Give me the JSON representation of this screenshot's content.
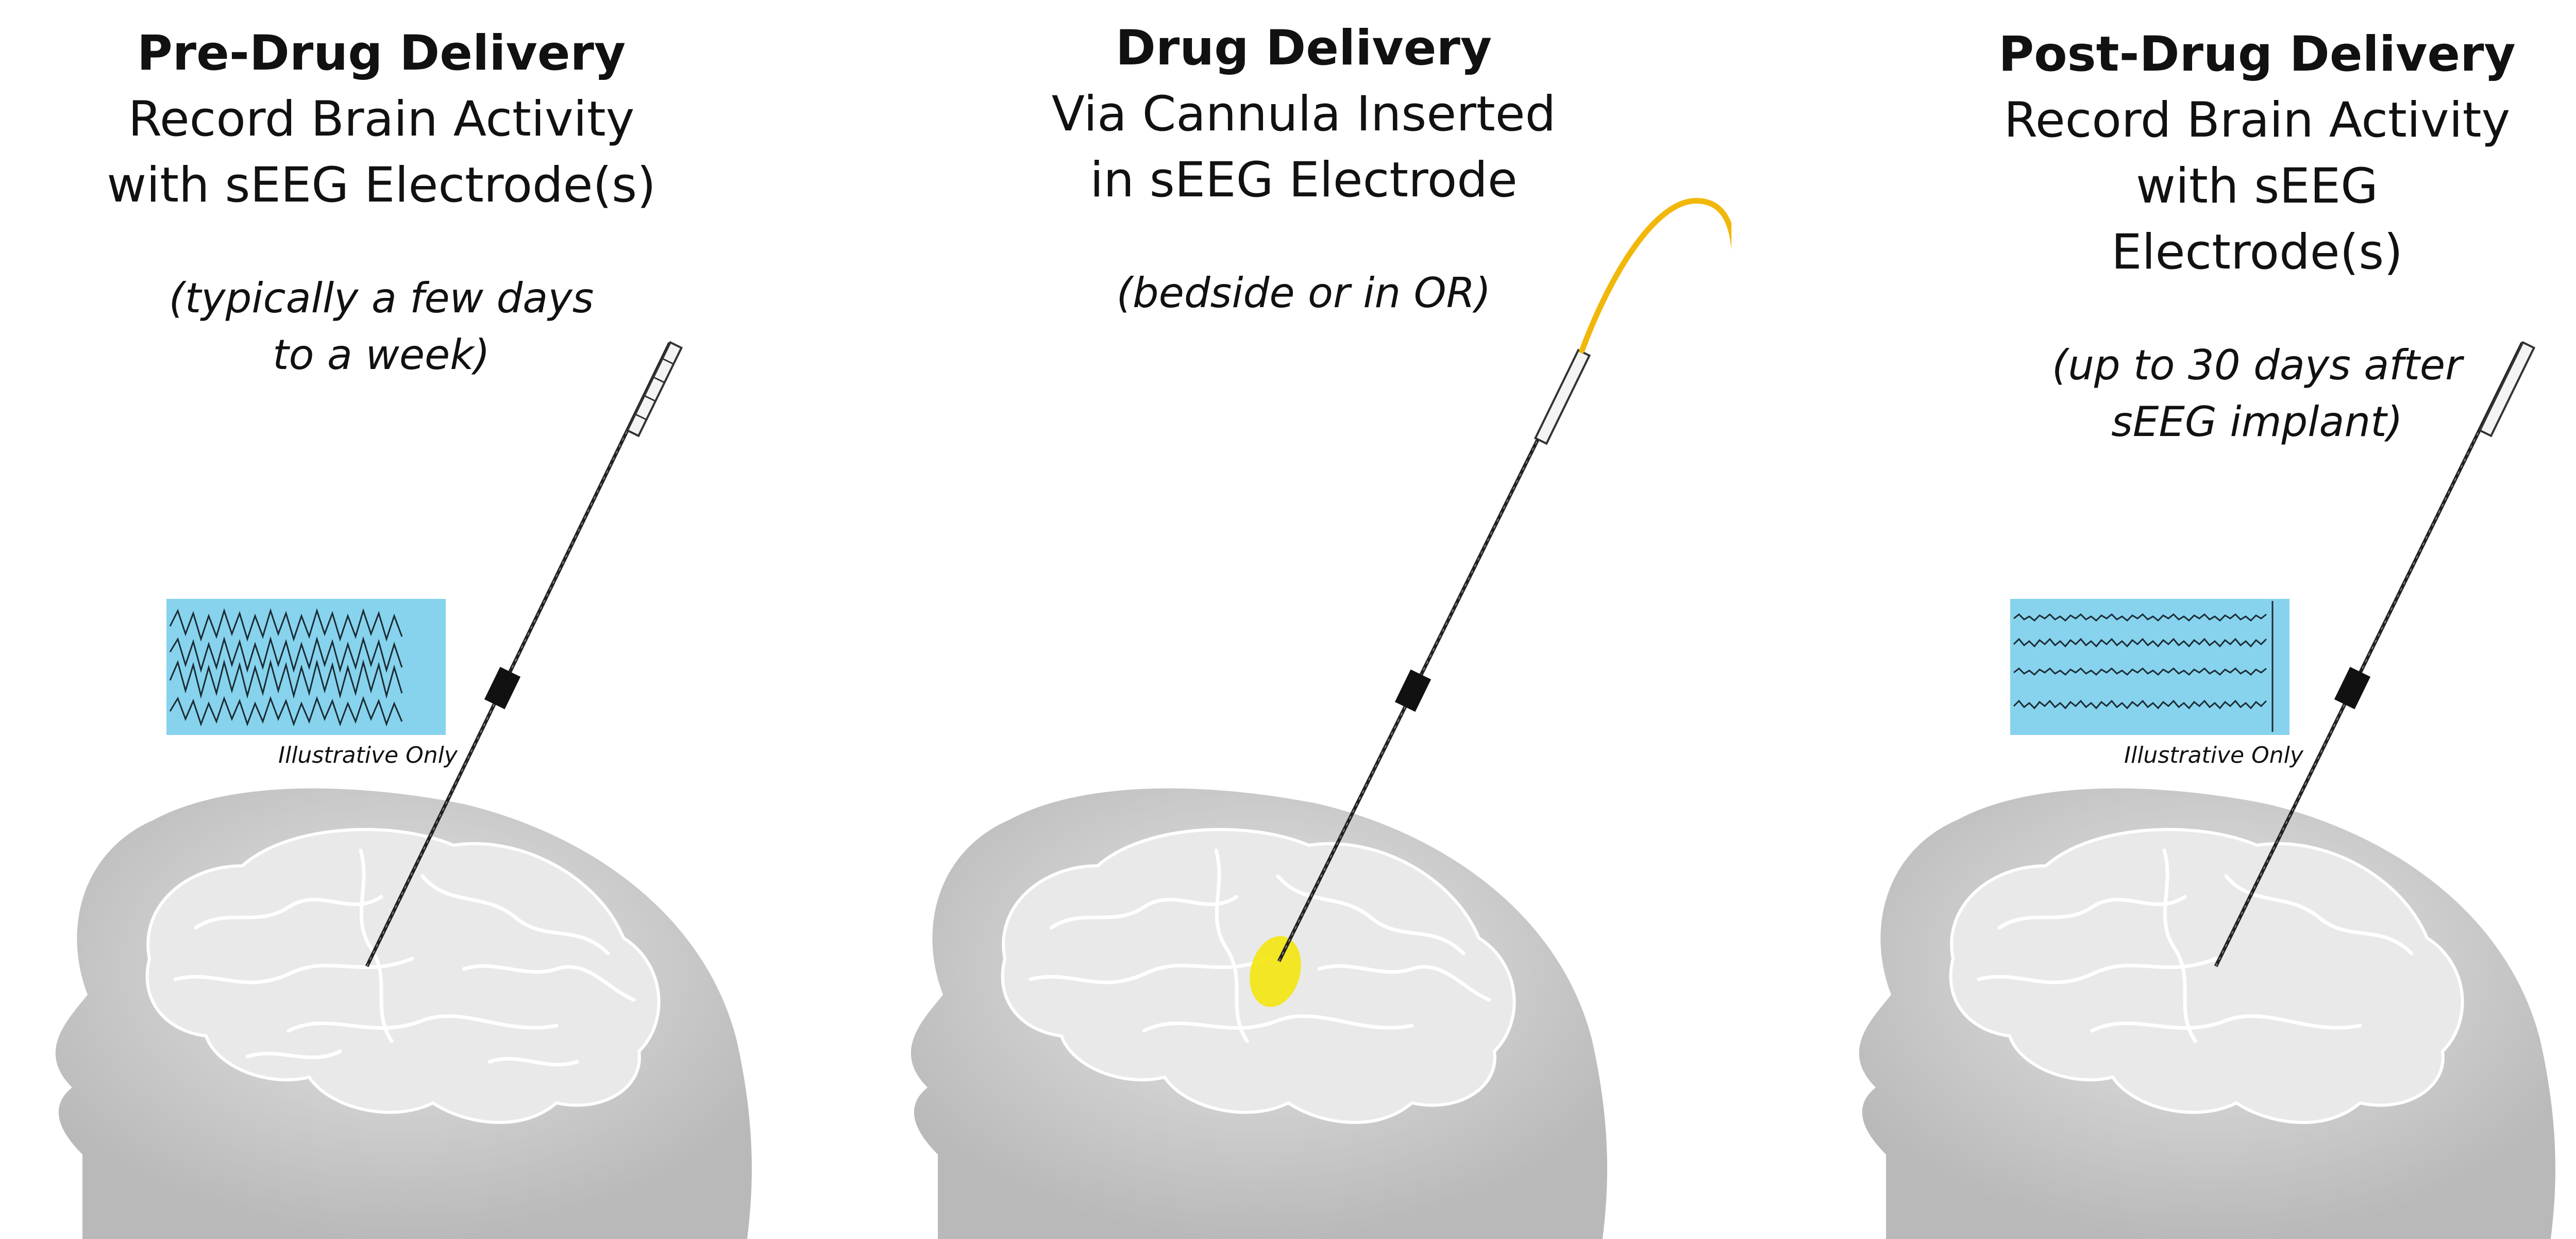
{
  "panels": [
    {
      "title": "Pre-Drug Delivery",
      "lines": [
        "Record Brain Activity",
        "with sEEG Electrode(s)"
      ],
      "note_lines": [
        "(typically a few days",
        "to a week)"
      ],
      "eeg_caption": "Illustrative Only"
    },
    {
      "title": "Drug Delivery",
      "lines": [
        "Via Cannula Inserted",
        "in sEEG Electrode"
      ],
      "note_lines": [
        "(bedside or in OR)"
      ]
    },
    {
      "title": "Post-Drug Delivery",
      "lines": [
        "Record Brain Activity",
        "with sEEG",
        "Electrode(s)"
      ],
      "note_lines": [
        "(up to 30 days after",
        "sEEG implant)"
      ],
      "eeg_caption": "Illustrative Only"
    }
  ],
  "colors": {
    "eeg_background": "#87d3ee",
    "cannula_tube": "#f1b70a",
    "drug_spot": "#f3e60f",
    "head_gray": "#c8c8c8"
  },
  "icons": [
    "head-silhouette-icon",
    "brain-icon",
    "electrode-icon",
    "eeg-trace-icon",
    "cannula-tube-icon"
  ]
}
